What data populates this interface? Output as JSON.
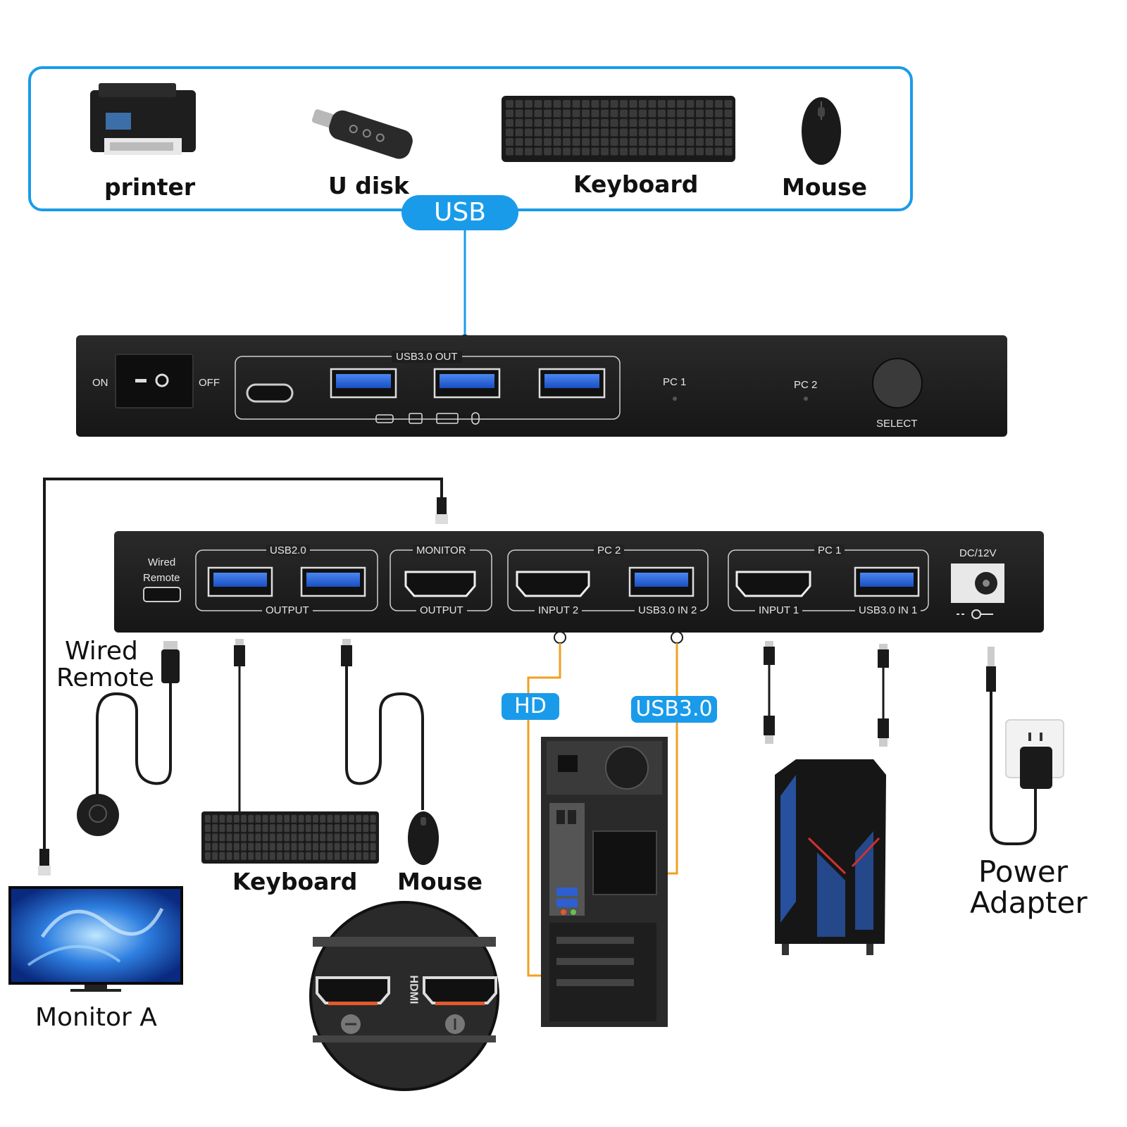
{
  "usb_devices": {
    "printer": "printer",
    "udisk": "U disk",
    "keyboard": "Keyboard",
    "mouse": "Mouse"
  },
  "usb_pill": "USB",
  "front_panel": {
    "on": "ON",
    "off": "OFF",
    "usb30_out": "USB3.0 OUT",
    "pc1": "PC 1",
    "pc2": "PC 2",
    "select": "SELECT"
  },
  "rear_panel": {
    "wired_remote_1": "Wired",
    "wired_remote_2": "Remote",
    "usb20": "USB2.0",
    "output_usb": "OUTPUT",
    "monitor": "MONITOR",
    "output_monitor": "OUTPUT",
    "pc2": "PC 2",
    "input2": "INPUT 2",
    "usb30_in2": "USB3.0 IN 2",
    "pc1": "PC 1",
    "input1": "INPUT 1",
    "usb30_in1": "USB3.0 IN 1",
    "dc": "DC/12V"
  },
  "bottom": {
    "wired_remote_1": "Wired",
    "wired_remote_2": "Remote",
    "keyboard": "Keyboard",
    "mouse": "Mouse",
    "monitor_a": "Monitor A",
    "hd": "HD",
    "usb30": "USB3.0",
    "power_1": "Power",
    "power_2": "Adapter",
    "hdmi_port_text": "HDMI"
  },
  "colors": {
    "accent_blue": "#1a9bea",
    "orange_cable": "#f0a020",
    "panel_dark": "#1c1c1c",
    "usb_blue": "#1f5fd6"
  }
}
